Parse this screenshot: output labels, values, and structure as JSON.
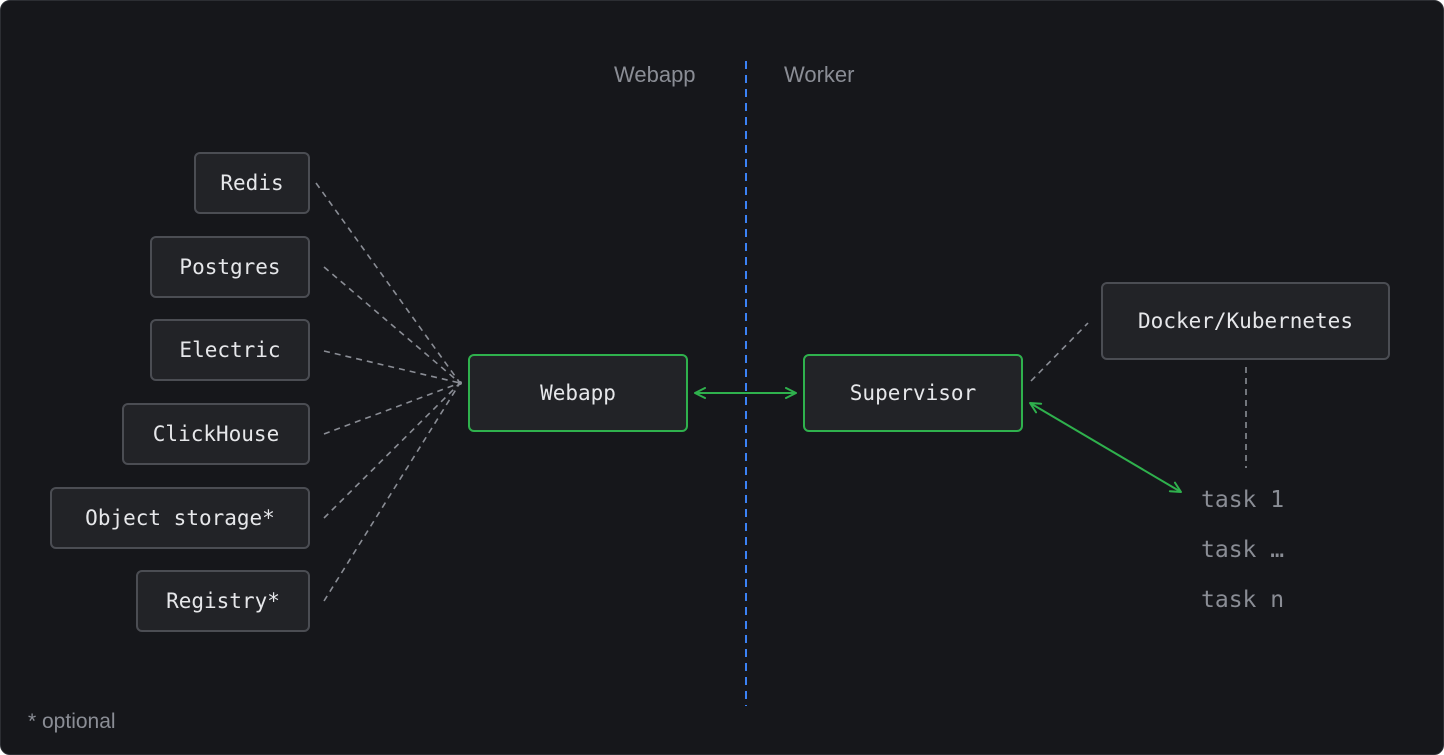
{
  "sections": {
    "left": "Webapp",
    "right": "Worker"
  },
  "services": [
    {
      "label": "Redis"
    },
    {
      "label": "Postgres"
    },
    {
      "label": "Electric"
    },
    {
      "label": "ClickHouse"
    },
    {
      "label": "Object storage*"
    },
    {
      "label": "Registry*"
    }
  ],
  "nodes": {
    "webapp": "Webapp",
    "supervisor": "Supervisor",
    "runtime": "Docker/Kubernetes"
  },
  "tasks": [
    "task 1",
    "task …",
    "task n"
  ],
  "footnote": "* optional",
  "colors": {
    "background": "#16171b",
    "node_fill": "#222327",
    "node_border": "#4b4d53",
    "primary_border": "#2fb14d",
    "arrow": "#2fb14d",
    "divider": "#3b82f6",
    "dashed_line": "#8a8d95",
    "muted_text": "#8a8d95",
    "text": "#e6e7ea"
  },
  "icons": {
    "bidirectional_arrow": "double-headed-arrow",
    "divider": "dashed-vertical-line"
  }
}
